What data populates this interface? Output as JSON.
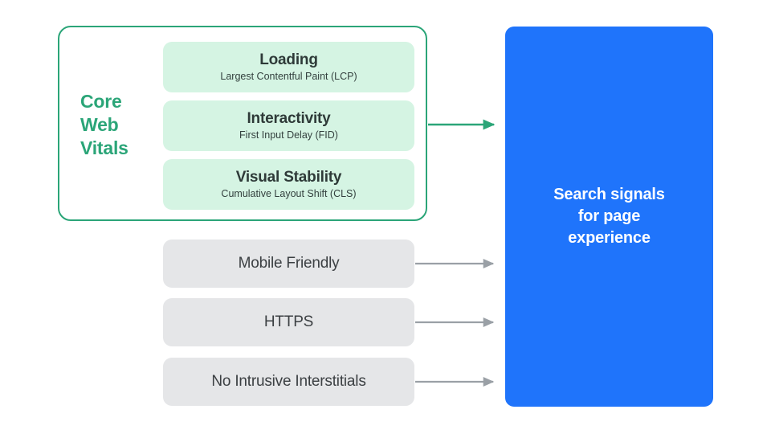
{
  "diagram": {
    "title": "Search signals for page experience",
    "colors": {
      "green_accent": "#2BA578",
      "mint_card": "#D5F4E3",
      "gray_box": "#E5E6E8",
      "blue_panel": "#1F74FB",
      "gray_arrow": "#9AA0A6",
      "dark_text": "#3C4043",
      "white": "#FFFFFF"
    },
    "core_web_vitals": {
      "label_lines": [
        "Core",
        "Web",
        "Vitals"
      ],
      "label_text": "Core Web Vitals",
      "cards": [
        {
          "title": "Loading",
          "subtitle": "Largest Contentful Paint (LCP)"
        },
        {
          "title": "Interactivity",
          "subtitle": "First Input Delay (FID)"
        },
        {
          "title": "Visual Stability",
          "subtitle": "Cumulative Layout Shift (CLS)"
        }
      ]
    },
    "other_signals": [
      {
        "label": "Mobile Friendly"
      },
      {
        "label": "HTTPS"
      },
      {
        "label": "No Intrusive Interstitials"
      }
    ],
    "destination": {
      "lines": [
        "Search signals",
        "for page",
        "experience"
      ],
      "text": "Search signals for page experience"
    },
    "connectors": [
      {
        "from": "core-web-vitals-group",
        "to": "search-signals-panel",
        "color": "#2BA578"
      },
      {
        "from": "mobile-friendly",
        "to": "search-signals-panel",
        "color": "#9AA0A6"
      },
      {
        "from": "https",
        "to": "search-signals-panel",
        "color": "#9AA0A6"
      },
      {
        "from": "no-intrusive-interstitials",
        "to": "search-signals-panel",
        "color": "#9AA0A6"
      }
    ]
  }
}
